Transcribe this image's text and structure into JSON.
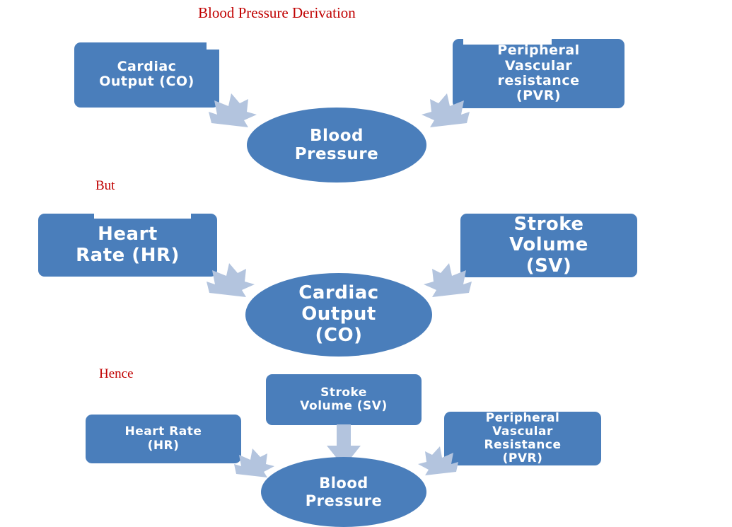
{
  "title": "Blood Pressure Derivation",
  "connectors": {
    "but_label": "But",
    "hence_label": "Hence"
  },
  "colors": {
    "node_blue": "#4a7ebb",
    "arrow_blue": "#b3c4de",
    "annotation_red": "#c00000",
    "background": "#ffffff",
    "node_text": "#ffffff"
  },
  "row1": {
    "left_box": {
      "line1": "Cardiac",
      "line2": "Output (CO)"
    },
    "right_box": {
      "line1": "Peripheral",
      "line2": "Vascular",
      "line3": "resistance",
      "line4": "(PVR)"
    },
    "result_ellipse": {
      "line1": "Blood",
      "line2": "Pressure"
    },
    "arrow_left_name": "arrow-cardiac-output-to-blood-pressure",
    "arrow_right_name": "arrow-pvr-to-blood-pressure"
  },
  "row2": {
    "left_box": {
      "line1": "Heart",
      "line2": "Rate (HR)"
    },
    "right_box": {
      "line1": "Stroke",
      "line2": "Volume",
      "line3": "(SV)"
    },
    "result_ellipse": {
      "line1": "Cardiac",
      "line2": "Output",
      "line3": "(CO)"
    },
    "arrow_left_name": "arrow-heart-rate-to-cardiac-output",
    "arrow_right_name": "arrow-stroke-volume-to-cardiac-output"
  },
  "row3": {
    "top_box": {
      "line1": "Stroke",
      "line2": "Volume (SV)"
    },
    "left_box": {
      "line1": "Heart Rate",
      "line2": "(HR)"
    },
    "right_box": {
      "line1": "Peripheral",
      "line2": "Vascular",
      "line3": "Resistance",
      "line4": "(PVR)"
    },
    "result_ellipse": {
      "line1": "Blood",
      "line2": "Pressure"
    },
    "arrow_top_name": "arrow-stroke-volume-to-blood-pressure",
    "arrow_left_name": "arrow-heart-rate-to-blood-pressure",
    "arrow_right_name": "arrow-pvr-to-blood-pressure"
  }
}
